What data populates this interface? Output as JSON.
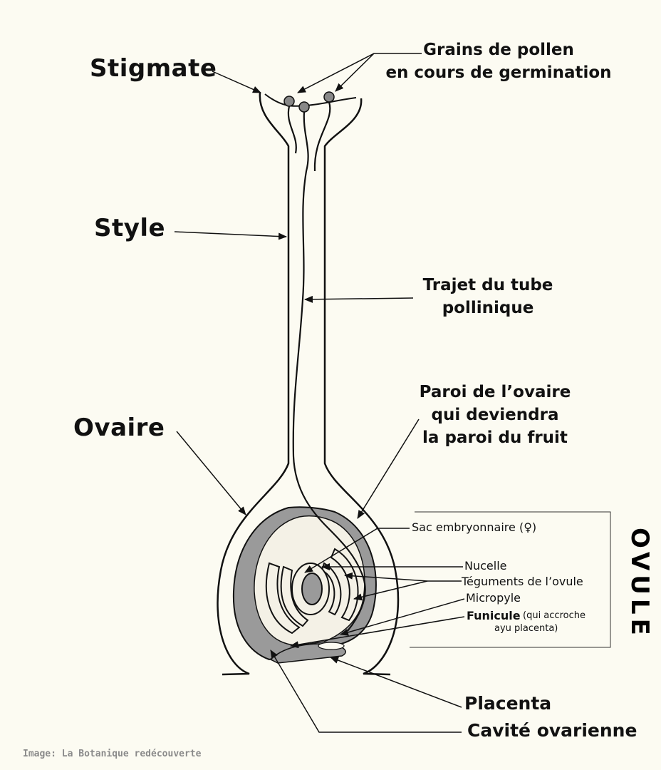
{
  "labels": {
    "stigmate": "Stigmate",
    "style": "Style",
    "ovaire": "Ovaire",
    "grains_line1": "Grains de pollen",
    "grains_line2": "en cours de germination",
    "trajet_line1": "Trajet du tube",
    "trajet_line2": "pollinique",
    "paroi_line1": "Paroi de l’ovaire",
    "paroi_line2": "qui deviendra",
    "paroi_line3": "la paroi du fruit",
    "sac": "Sac embryonnaire (♀)",
    "nucelle": "Nucelle",
    "teguments": "Téguments de l’ovule",
    "micropyle": "Micropyle",
    "funicule": "Funicule",
    "funicule_note1": "(qui accroche",
    "funicule_note2": "ayu placenta)",
    "placenta": "Placenta",
    "cavite": "Cavité ovarienne",
    "ovule": "OVULE"
  },
  "credit": "Image: La Botanique redécouverte",
  "colors": {
    "background": "#fcfbf2",
    "ink": "#111111",
    "grey_fill": "#9a9a9a",
    "pale_fill": "#f4f1e6"
  }
}
